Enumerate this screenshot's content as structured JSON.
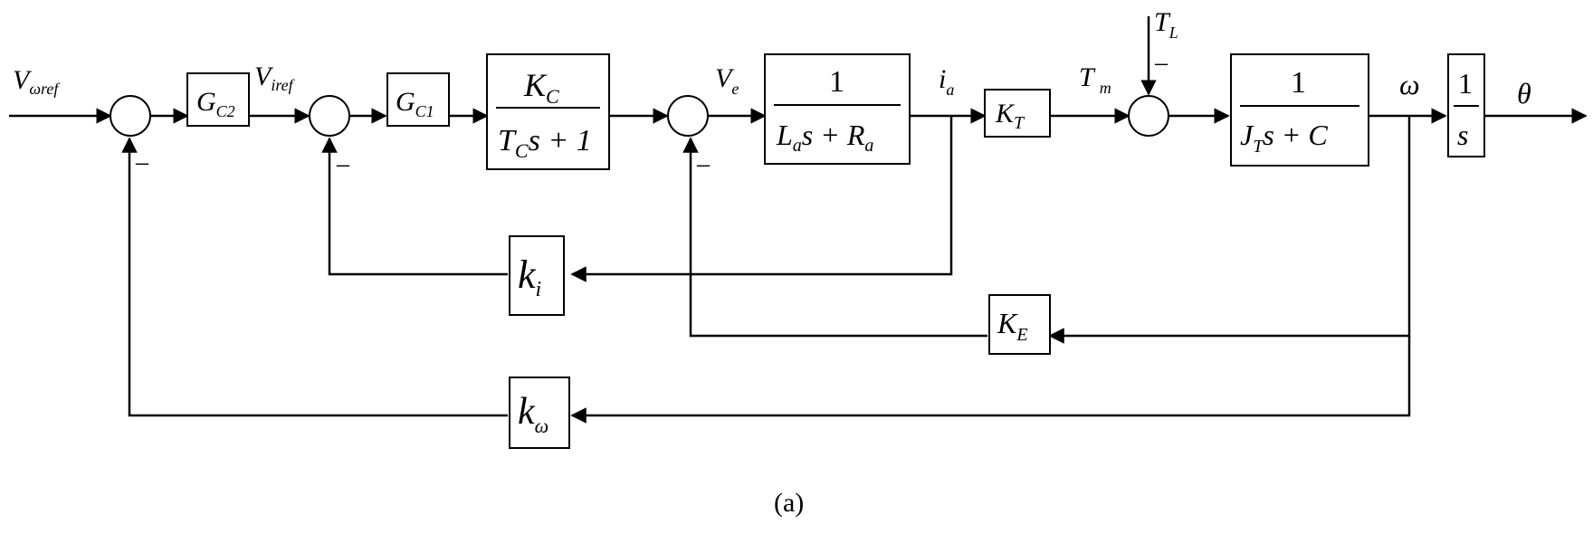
{
  "signals": {
    "w_ref": "V",
    "w_ref_sub": "ωref",
    "i_ref": "V",
    "i_ref_sub": "iref",
    "v_e": "V",
    "v_e_sub": "e",
    "i_a": "i",
    "i_a_sub": "a",
    "t_m": "T",
    "t_m_sub": "m",
    "t_l": "T",
    "t_l_sub": "L",
    "omega": "ω",
    "theta": "θ"
  },
  "blocks": {
    "gc2": {
      "main": "G",
      "sub": "C2"
    },
    "gc1": {
      "main": "G",
      "sub": "C1"
    },
    "converter": {
      "num_main": "K",
      "num_sub": "C",
      "den_a": "T",
      "den_a_sub": "C",
      "den_b": "s + 1"
    },
    "armature": {
      "num": "1",
      "den_a": "L",
      "den_a_sub": "a",
      "den_b": "s + R",
      "den_b_sub": "a"
    },
    "torque_const": {
      "main": "K",
      "sub": "T"
    },
    "mechanical": {
      "num": "1",
      "den_a": "J",
      "den_a_sub": "T",
      "den_b": "s + C"
    },
    "integrator": {
      "num": "1",
      "den": "s"
    },
    "ki": {
      "main": "k",
      "sub": "i"
    },
    "ke": {
      "main": "K",
      "sub": "E"
    },
    "kw": {
      "main": "k",
      "sub": "ω"
    }
  },
  "sum_signs": {
    "sum1": "–",
    "sum2": "–",
    "sum3": "–",
    "sum4": "–"
  },
  "caption": "(a)"
}
